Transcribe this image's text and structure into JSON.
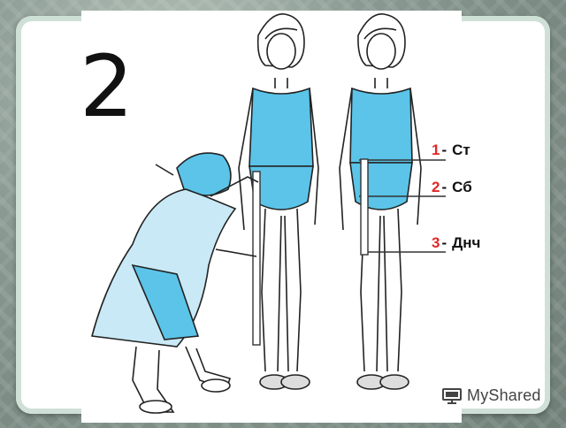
{
  "slide": {
    "number": "2",
    "measurements": [
      {
        "num": "1",
        "dash": "-",
        "abbr": "Ст"
      },
      {
        "num": "2",
        "dash": "-",
        "abbr": "Сб"
      },
      {
        "num": "3",
        "dash": "-",
        "abbr": "Днч"
      }
    ],
    "watermark": "MyShared"
  },
  "colors": {
    "swimsuit": "#5bc4e8",
    "highlight": "#e32626",
    "ink": "#111111"
  },
  "icons": [
    "projector-screen-icon"
  ]
}
